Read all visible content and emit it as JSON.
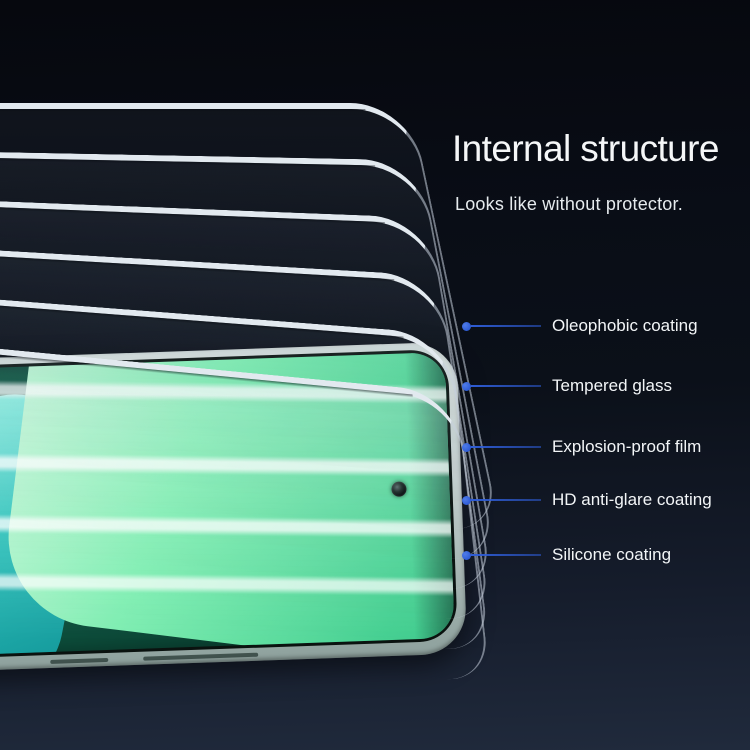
{
  "header": {
    "title": "Internal structure",
    "subtitle": "Looks like without protector."
  },
  "callouts": [
    {
      "label": "Oleophobic coating"
    },
    {
      "label": "Tempered glass"
    },
    {
      "label": "Explosion-proof film"
    },
    {
      "label": "HD anti-glare coating"
    },
    {
      "label": "Silicone coating"
    }
  ],
  "figure": {
    "glass_sheet_count": 6,
    "screen_band_count": 4
  },
  "icons": {
    "callout_marker": "blue-dot",
    "camera": "punch-hole-circle"
  },
  "colors": {
    "accent_blue": "#2E5CD6",
    "text_white": "#F5F7F8",
    "text_soft": "#E6EBEE",
    "bg_top": "#06080E",
    "bg_mid": "#0B1019",
    "bg_bottom": "#202A3C",
    "sheet_edge": "#E2E9EF",
    "frame_silver": "#C4CFCD",
    "bezel_black": "#0A120F",
    "deep_green": "#0C4C3A",
    "mint_green": "#7FEEB2",
    "teal_green": "#2FC4BC"
  }
}
